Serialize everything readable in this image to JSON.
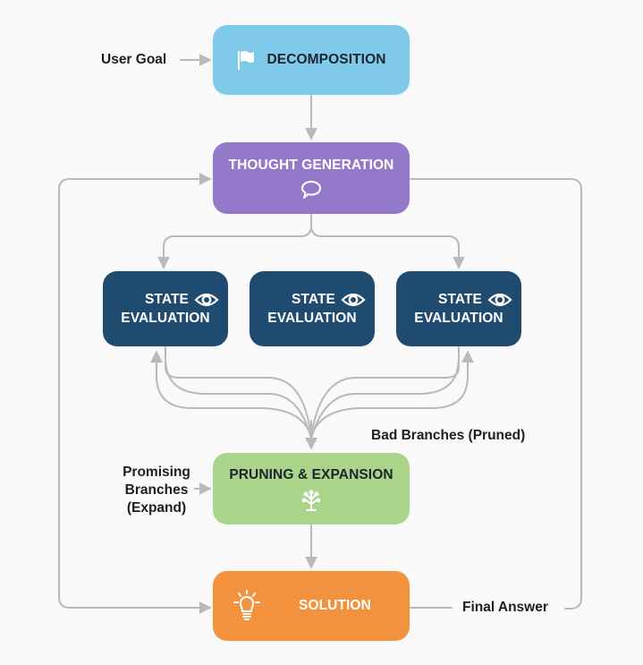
{
  "colors": {
    "decomposition": "#7fc9ea",
    "thought_generation": "#9479cb",
    "state_evaluation": "#1f4b71",
    "pruning_expansion": "#a9d48a",
    "solution": "#f2923f",
    "connector": "#b9b9b9",
    "background": "#f8f9f8"
  },
  "labels": {
    "user_goal": "User Goal",
    "bad_branches": "Bad Branches (Pruned)",
    "promising_line1": "Promising",
    "promising_line2": "Branches",
    "promising_line3": "(Expand)",
    "final_answer": "Final Answer"
  },
  "nodes": {
    "decomposition": {
      "title": "DECOMPOSITION",
      "icon": "flag-icon"
    },
    "thought_generation": {
      "title": "THOUGHT GENERATION",
      "icon": "speech-bubble-icon"
    },
    "state_evaluations": [
      {
        "line1": "STATE",
        "line2": "EVALUATION",
        "icon": "eye-icon"
      },
      {
        "line1": "STATE",
        "line2": "EVALUATION",
        "icon": "eye-icon"
      },
      {
        "line1": "STATE",
        "line2": "EVALUATION",
        "icon": "eye-icon"
      }
    ],
    "pruning_expansion": {
      "title": "PRUNING & EXPANSION",
      "icon": "tree-branch-icon"
    },
    "solution": {
      "title": "SOLUTION",
      "icon": "lightbulb-icon"
    }
  }
}
